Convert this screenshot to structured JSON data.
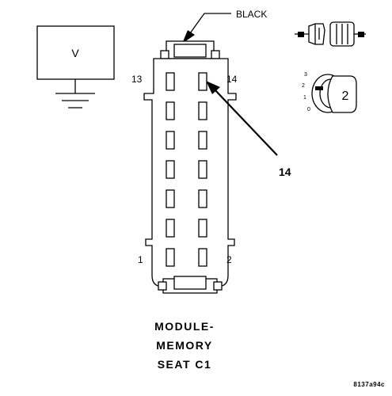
{
  "meter": {
    "symbol": "V"
  },
  "connector": {
    "wire_color": "BLACK",
    "pin_top_left": "13",
    "pin_top_right": "14",
    "pin_bottom_left": "1",
    "pin_bottom_right": "2",
    "callout_pin": "14",
    "caption_lines": [
      "MODULE-",
      "MEMORY",
      "SEAT C1"
    ]
  },
  "selector": {
    "position_labels": [
      "3",
      "2",
      "1",
      "0"
    ],
    "selected_position": "2"
  },
  "figure_id": "8137a94c"
}
